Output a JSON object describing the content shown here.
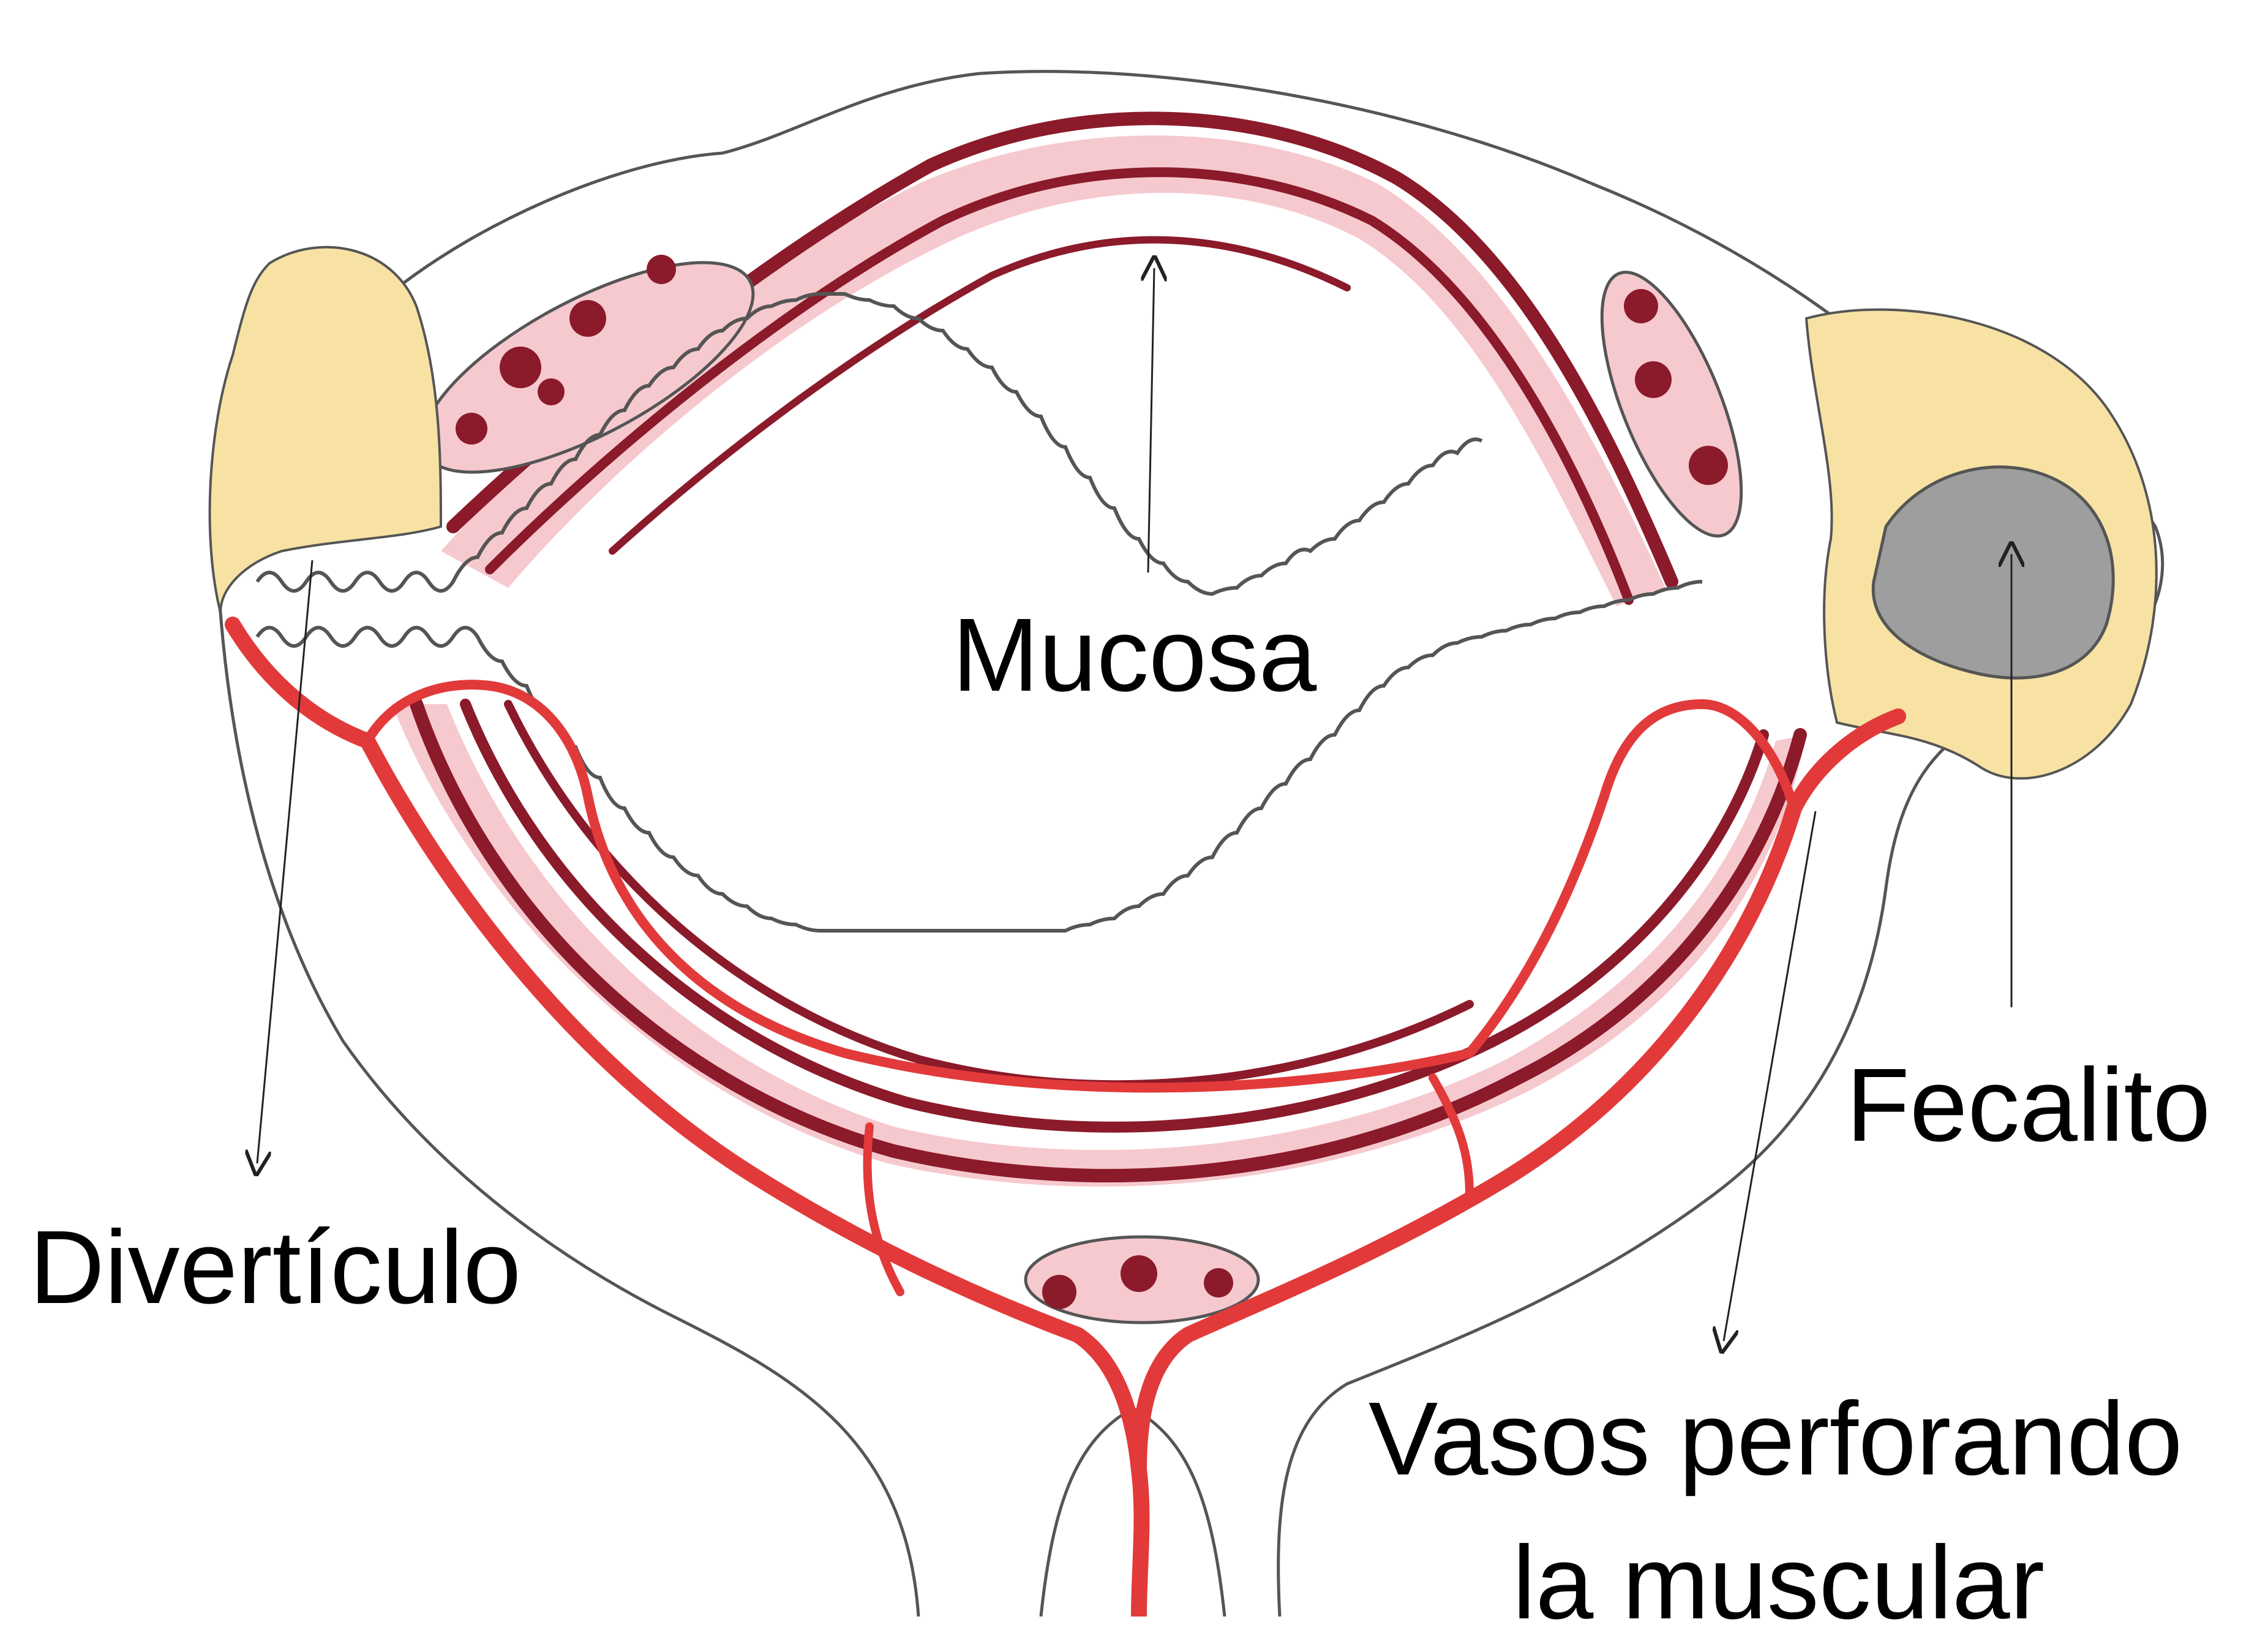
{
  "labels": {
    "mucosa": "Mucosa",
    "fecalito": "Fecalito",
    "diverticulo": "Divertículo",
    "vasos_line1": "Vasos perforando",
    "vasos_line2": "la muscular"
  },
  "colors": {
    "background": "#ffffff",
    "outline": "#555555",
    "artery": "#e23a3a",
    "vein": "#8b1a2a",
    "pink_fill": "#f6c9cf",
    "diverticulum_fat": "#f7e2a4",
    "fecalith": "#9e9e9e",
    "arrow": "#222222"
  }
}
